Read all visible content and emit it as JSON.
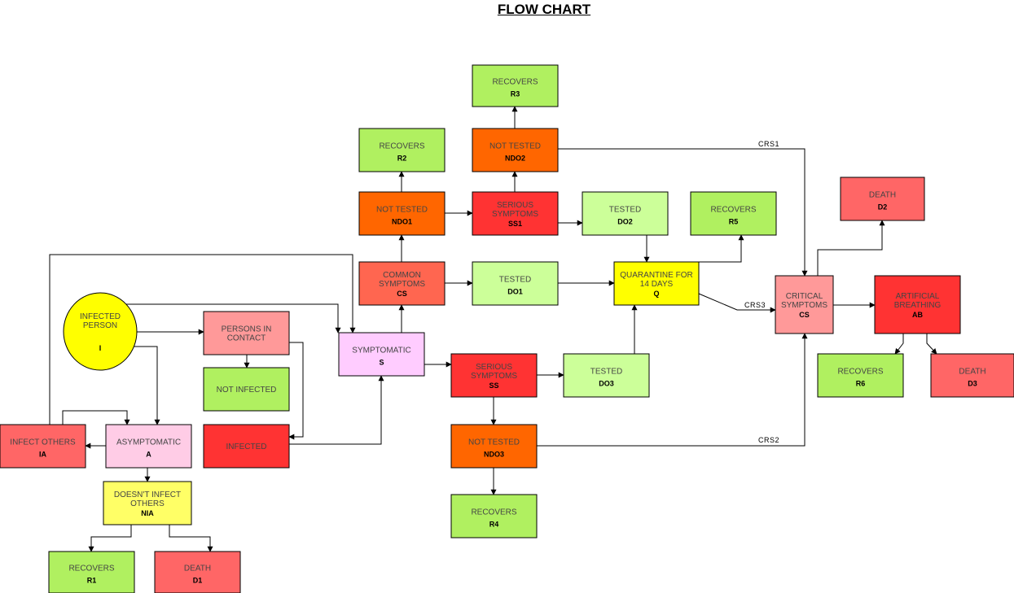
{
  "title": "FLOW  CHART",
  "colors": {
    "green": "#b0f060",
    "light_green": "#ccff99",
    "orange": "#ff6600",
    "coral": "#ff6650",
    "red": "#ff3333",
    "salmon": "#ff6666",
    "pink": "#ff9999",
    "yellow": "#ffff00",
    "light_yellow": "#ffff66",
    "lavender": "#ffccff",
    "light_pink": "#ffcce6"
  },
  "nodes": [
    {
      "id": "I",
      "shape": "circle",
      "lines": [
        "INFECTED",
        "PERSON"
      ],
      "code": "I",
      "color": "yellow"
    },
    {
      "id": "PIC",
      "lines": [
        "PERSONS IN",
        "CONTACT"
      ],
      "code": "",
      "color": "pink"
    },
    {
      "id": "NI",
      "lines": [
        "NOT INFECTED"
      ],
      "code": "",
      "color": "green"
    },
    {
      "id": "INF",
      "lines": [
        "INFECTED"
      ],
      "code": "",
      "color": "red"
    },
    {
      "id": "A",
      "lines": [
        "ASYMPTOMATIC"
      ],
      "code": "A",
      "color": "light_pink"
    },
    {
      "id": "IA",
      "lines": [
        "INFECT OTHERS"
      ],
      "code": "IA",
      "color": "salmon"
    },
    {
      "id": "NIA",
      "lines": [
        "DOESN'T INFECT",
        "OTHERS"
      ],
      "code": "NIA",
      "color": "light_yellow"
    },
    {
      "id": "R1",
      "lines": [
        "RECOVERS"
      ],
      "code": "R1",
      "color": "green"
    },
    {
      "id": "D1",
      "lines": [
        "DEATH"
      ],
      "code": "D1",
      "color": "salmon"
    },
    {
      "id": "S",
      "lines": [
        "SYMPTOMATIC"
      ],
      "code": "S",
      "color": "lavender"
    },
    {
      "id": "CS1",
      "lines": [
        "COMMON",
        "SYMPTOMS"
      ],
      "code": "CS",
      "color": "coral"
    },
    {
      "id": "NDO1",
      "lines": [
        "NOT TESTED"
      ],
      "code": "NDO1",
      "color": "orange"
    },
    {
      "id": "R2",
      "lines": [
        "RECOVERS"
      ],
      "code": "R2",
      "color": "green"
    },
    {
      "id": "SS1",
      "lines": [
        "SERIOUS",
        "SYMPTOMS"
      ],
      "code": "SS1",
      "color": "red"
    },
    {
      "id": "NDO2",
      "lines": [
        "NOT TESTED"
      ],
      "code": "NDO2",
      "color": "orange"
    },
    {
      "id": "R3",
      "lines": [
        "RECOVERS"
      ],
      "code": "R3",
      "color": "green"
    },
    {
      "id": "DO2",
      "lines": [
        "TESTED"
      ],
      "code": "DO2",
      "color": "light_green"
    },
    {
      "id": "DO1",
      "lines": [
        "TESTED"
      ],
      "code": "DO1",
      "color": "light_green"
    },
    {
      "id": "Q",
      "lines": [
        "QUARANTINE FOR",
        "14 DAYS"
      ],
      "code": "Q",
      "color": "yellow"
    },
    {
      "id": "R5",
      "lines": [
        "RECOVERS"
      ],
      "code": "R5",
      "color": "green"
    },
    {
      "id": "SS",
      "lines": [
        "SERIOUS",
        "SYMPTOMS"
      ],
      "code": "SS",
      "color": "red"
    },
    {
      "id": "DO3",
      "lines": [
        "TESTED"
      ],
      "code": "DO3",
      "color": "light_green"
    },
    {
      "id": "NDO3",
      "lines": [
        "NOT TESTED"
      ],
      "code": "NDO3",
      "color": "orange"
    },
    {
      "id": "R4",
      "lines": [
        "RECOVERS"
      ],
      "code": "R4",
      "color": "green"
    },
    {
      "id": "CS2",
      "lines": [
        "CRITICAL",
        "SYMPTOMS"
      ],
      "code": "CS",
      "color": "pink"
    },
    {
      "id": "D2",
      "lines": [
        "DEATH"
      ],
      "code": "D2",
      "color": "salmon"
    },
    {
      "id": "AB",
      "lines": [
        "ARTIFICIAL",
        "BREATHING"
      ],
      "code": "AB",
      "color": "red"
    },
    {
      "id": "R6",
      "lines": [
        "RECOVERS"
      ],
      "code": "R6",
      "color": "green"
    },
    {
      "id": "D3",
      "lines": [
        "DEATH"
      ],
      "code": "D3",
      "color": "salmon"
    }
  ],
  "edges": [
    {
      "from": "I",
      "to": "PIC",
      "label": ""
    },
    {
      "from": "I",
      "to": "S",
      "label": ""
    },
    {
      "from": "I",
      "to": "A",
      "label": ""
    },
    {
      "from": "PIC",
      "to": "NI",
      "label": ""
    },
    {
      "from": "PIC",
      "to": "INF",
      "label": ""
    },
    {
      "from": "INF",
      "to": "S",
      "label": ""
    },
    {
      "from": "A",
      "to": "IA",
      "label": ""
    },
    {
      "from": "A",
      "to": "NIA",
      "label": ""
    },
    {
      "from": "IA",
      "to": "A",
      "label": ""
    },
    {
      "from": "IA",
      "to": "S",
      "label": ""
    },
    {
      "from": "NIA",
      "to": "R1",
      "label": ""
    },
    {
      "from": "NIA",
      "to": "D1",
      "label": ""
    },
    {
      "from": "S",
      "to": "CS1",
      "label": ""
    },
    {
      "from": "S",
      "to": "SS",
      "label": ""
    },
    {
      "from": "CS1",
      "to": "NDO1",
      "label": ""
    },
    {
      "from": "CS1",
      "to": "DO1",
      "label": ""
    },
    {
      "from": "NDO1",
      "to": "R2",
      "label": ""
    },
    {
      "from": "NDO1",
      "to": "SS1",
      "label": ""
    },
    {
      "from": "SS1",
      "to": "NDO2",
      "label": ""
    },
    {
      "from": "SS1",
      "to": "DO2",
      "label": ""
    },
    {
      "from": "NDO2",
      "to": "R3",
      "label": ""
    },
    {
      "from": "NDO2",
      "to": "CS2",
      "label": "CRS1"
    },
    {
      "from": "DO2",
      "to": "Q",
      "label": ""
    },
    {
      "from": "DO1",
      "to": "Q",
      "label": ""
    },
    {
      "from": "Q",
      "to": "R5",
      "label": ""
    },
    {
      "from": "Q",
      "to": "CS2",
      "label": "CRS3"
    },
    {
      "from": "SS",
      "to": "DO3",
      "label": ""
    },
    {
      "from": "SS",
      "to": "NDO3",
      "label": ""
    },
    {
      "from": "DO3",
      "to": "Q",
      "label": ""
    },
    {
      "from": "NDO3",
      "to": "R4",
      "label": ""
    },
    {
      "from": "NDO3",
      "to": "CS2",
      "label": "CRS2"
    },
    {
      "from": "CS2",
      "to": "D2",
      "label": ""
    },
    {
      "from": "CS2",
      "to": "AB",
      "label": ""
    },
    {
      "from": "AB",
      "to": "R6",
      "label": ""
    },
    {
      "from": "AB",
      "to": "D3",
      "label": ""
    }
  ]
}
